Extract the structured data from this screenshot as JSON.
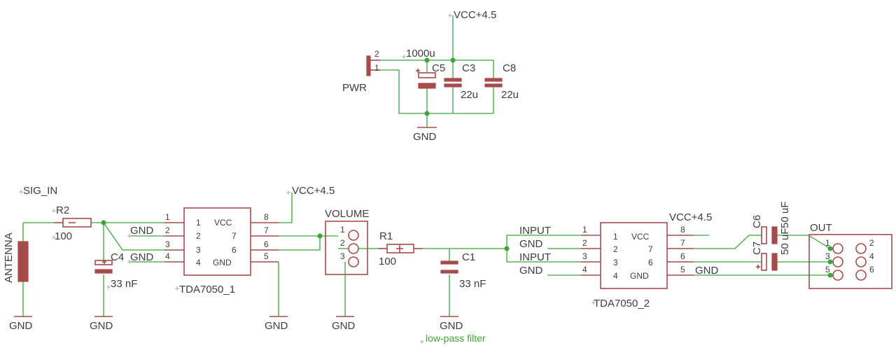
{
  "colors": {
    "wire": "#3aa63a",
    "part": "#a64a4a",
    "text": "#3c3c3c"
  },
  "power": {
    "vcc_top": "VCC+4.5",
    "pwr_name": "PWR",
    "pwr_pin_2": "2",
    "pwr_pin_1": "1",
    "c5_value": "1000u",
    "c5_name": "C5",
    "c3_name": "C3",
    "c3_value": "22u",
    "c8_name": "C8",
    "c8_value": "22u",
    "gnd": "GND"
  },
  "input": {
    "sig_in": "SIG_IN",
    "antenna": "ANTENNA",
    "antenna_gnd": "GND",
    "r2_name": "R2",
    "r2_value": "100",
    "c4_name": "C4",
    "c4_value": "33 nF",
    "c4_gnd": "GND",
    "net_gnd_a": "GND",
    "net_gnd_b": "GND"
  },
  "amp1": {
    "name": "TDA7050_1",
    "vcc_net": "VCC+4.5",
    "gnd": "GND",
    "inner_labels": [
      "1",
      "VCC",
      "2",
      "7",
      "3",
      "6",
      "4",
      "GND"
    ],
    "pins_left": [
      "1",
      "2",
      "3",
      "4"
    ],
    "pins_right": [
      "8",
      "7",
      "6",
      "5"
    ]
  },
  "volume": {
    "name": "VOLUME",
    "pins": [
      "1",
      "2",
      "3"
    ],
    "gnd": "GND"
  },
  "filter": {
    "r1_name": "R1",
    "r1_value": "100",
    "c1_name": "C1",
    "c1_value": "33 nF",
    "gnd": "GND",
    "note": "low-pass filter"
  },
  "amp2": {
    "name": "TDA7050_2",
    "vcc_net": "VCC+4.5",
    "inner_labels": [
      "1",
      "VCC",
      "2",
      "7",
      "3",
      "6",
      "4",
      "GND"
    ],
    "pins_left": [
      "1",
      "2",
      "3",
      "4"
    ],
    "pins_right": [
      "8",
      "7",
      "6",
      "5"
    ],
    "net_labels_left": [
      "INPUT",
      "GND",
      "INPUT",
      "GND"
    ],
    "net_gnd_right": "GND"
  },
  "output": {
    "c6_name": "C6",
    "c6_value": "50 uF",
    "c7_name": "C7",
    "c7_value": "50 uF",
    "out_name": "OUT",
    "out_pins": [
      "1",
      "2",
      "3",
      "4",
      "5",
      "6"
    ]
  }
}
